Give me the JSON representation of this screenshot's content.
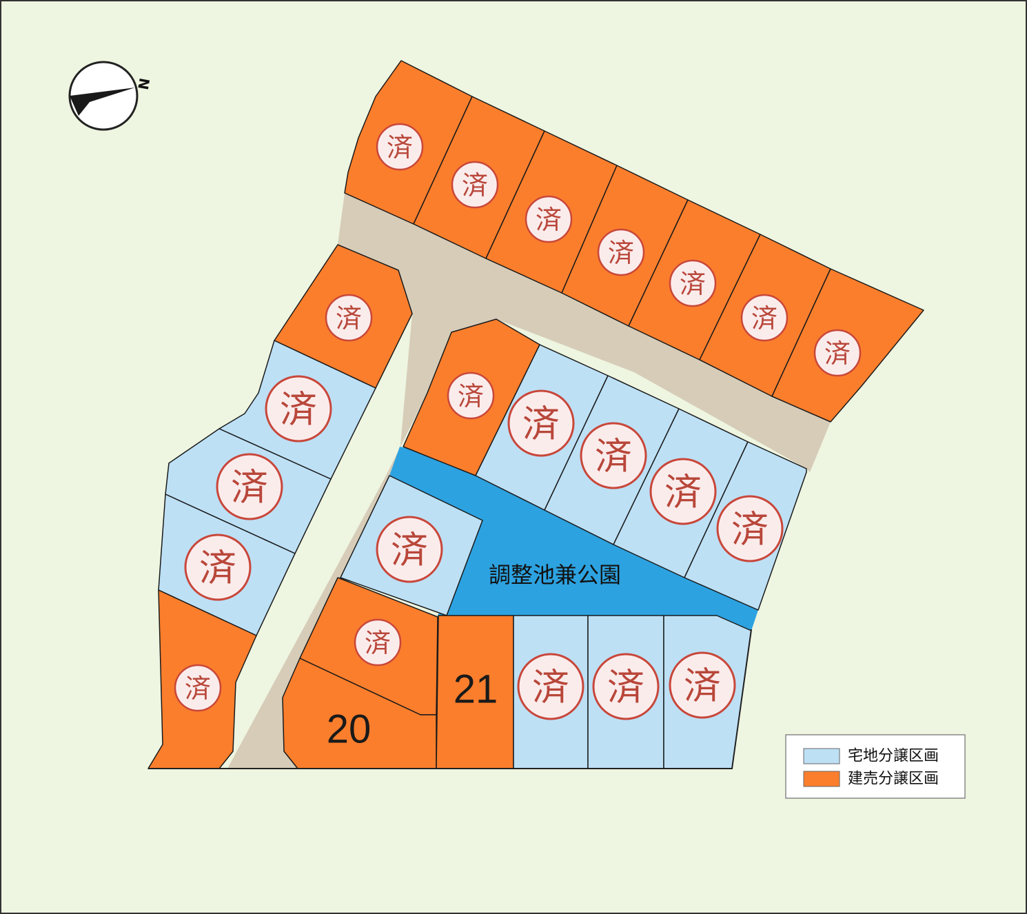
{
  "colors": {
    "background": "#eef5e0",
    "residential_lot": "#bde0f5",
    "built_for_sale_lot": "#fb7e2c",
    "road": "#d6ccb8",
    "park": "#2da2e0",
    "sold_stamp_text": "#b8473a",
    "sold_stamp_ring": "#c8473a"
  },
  "compass": {
    "north_label": "N",
    "north_icon": "north-arrow-icon"
  },
  "park": {
    "label": "調整池兼公園"
  },
  "sold_mark": "済",
  "lots": [
    {
      "type": "built",
      "sold": true
    },
    {
      "type": "built",
      "sold": true
    },
    {
      "type": "built",
      "sold": true
    },
    {
      "type": "built",
      "sold": true
    },
    {
      "type": "built",
      "sold": true
    },
    {
      "type": "built",
      "sold": true
    },
    {
      "type": "built",
      "sold": true
    },
    {
      "type": "built",
      "sold": true
    },
    {
      "type": "residential",
      "sold": true
    },
    {
      "type": "residential",
      "sold": true
    },
    {
      "type": "residential",
      "sold": true
    },
    {
      "type": "built",
      "sold": true
    },
    {
      "type": "built",
      "sold": true
    },
    {
      "type": "built",
      "sold": false,
      "number": "20"
    },
    {
      "type": "residential",
      "sold": true
    },
    {
      "type": "built",
      "sold": true
    },
    {
      "type": "residential",
      "sold": true
    },
    {
      "type": "residential",
      "sold": true
    },
    {
      "type": "residential",
      "sold": true
    },
    {
      "type": "residential",
      "sold": true
    },
    {
      "type": "built",
      "sold": false,
      "number": "21"
    },
    {
      "type": "residential",
      "sold": true
    },
    {
      "type": "residential",
      "sold": true
    },
    {
      "type": "residential",
      "sold": true
    }
  ],
  "legend": {
    "items": [
      {
        "label": "宅地分譲区画",
        "color": "#bde0f5"
      },
      {
        "label": "建売分譲区画",
        "color": "#fb7e2c"
      }
    ]
  }
}
